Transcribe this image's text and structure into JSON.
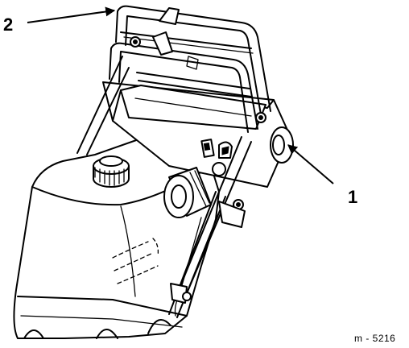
{
  "figure": {
    "callouts": [
      {
        "label": "1",
        "target": "side-knob"
      },
      {
        "label": "2",
        "target": "handle-top"
      }
    ],
    "figure_id": "m - 5216"
  },
  "colors": {
    "line": "#000000",
    "background": "#ffffff"
  }
}
